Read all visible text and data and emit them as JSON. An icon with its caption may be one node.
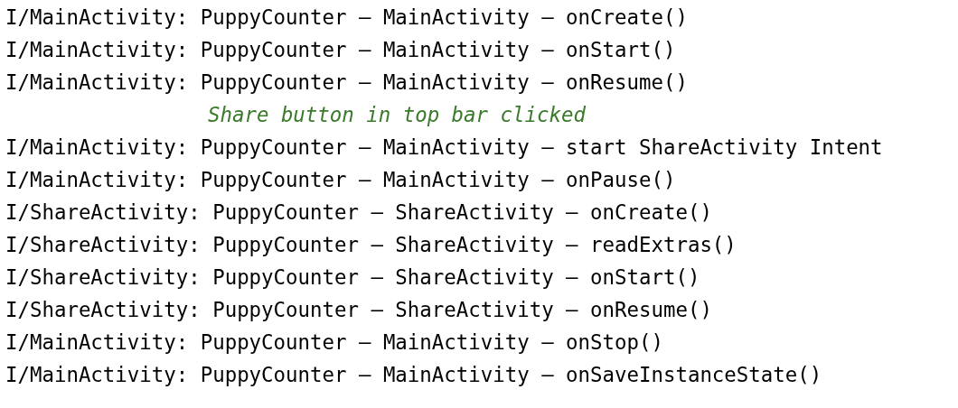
{
  "diagram": {
    "labels": [
      "I/MainActivity: PuppyCounter – MainActivity – onCreate()",
      "I/MainActivity: PuppyCounter – MainActivity – onStart()",
      "I/MainActivity: PuppyCounter – MainActivity – onResume()",
      "Share button in top bar clicked",
      "I/MainActivity: PuppyCounter – MainActivity – start ShareActivity Intent",
      "I/MainActivity: PuppyCounter – MainActivity – onPause()",
      "I/ShareActivity: PuppyCounter – ShareActivity – onCreate()",
      "I/ShareActivity: PuppyCounter – ShareActivity – readExtras()",
      "I/ShareActivity: PuppyCounter – ShareActivity – onStart()",
      "I/ShareActivity: PuppyCounter – ShareActivity – onResume()",
      "I/MainActivity: PuppyCounter – MainActivity – onStop()",
      "I/MainActivity: PuppyCounter – MainActivity – onSaveInstanceState()"
    ]
  }
}
